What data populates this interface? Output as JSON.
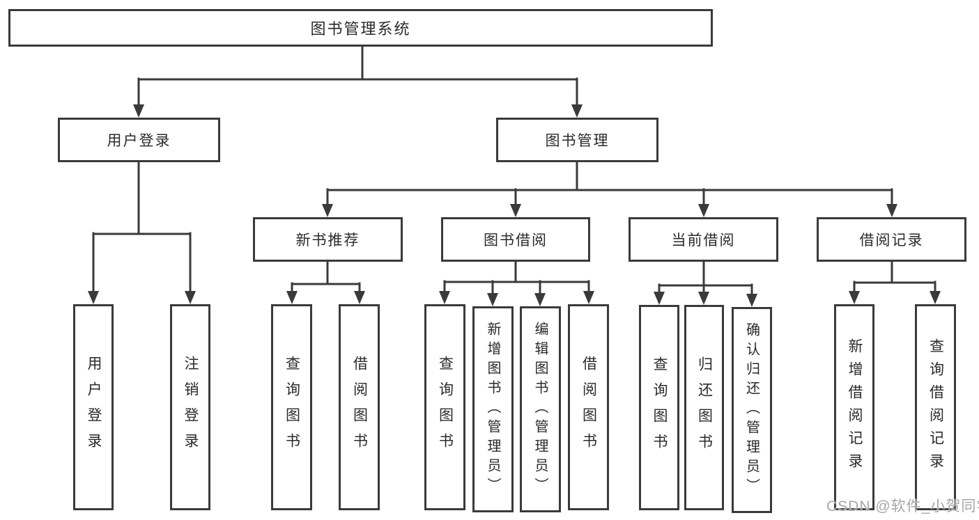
{
  "colors": {
    "line": "#3a3a3a",
    "text": "#2a2a2a",
    "background": "#ffffff",
    "watermark": "#a6a6ab"
  },
  "watermark": {
    "text": "CSDN @软件_小贺同学"
  },
  "diagram": {
    "type": "hierarchy-tree",
    "root": "图书管理系统",
    "branches": [
      {
        "label": "用户登录",
        "leaves": [
          "用户登录",
          "注销登录"
        ]
      },
      {
        "label": "图书管理",
        "groups": [
          {
            "label": "新书推荐",
            "leaves": [
              "查询图书",
              "借阅图书"
            ]
          },
          {
            "label": "图书借阅",
            "leaves": [
              "查询图书",
              "新增图书（管理员）",
              "编辑图书（管理员）",
              "借阅图书"
            ]
          },
          {
            "label": "当前借阅",
            "leaves": [
              "查询图书",
              "归还图书",
              "确认归还（管理员）"
            ]
          },
          {
            "label": "借阅记录",
            "leaves": [
              "新增借阅记录",
              "查询借阅记录"
            ]
          }
        ]
      }
    ]
  }
}
